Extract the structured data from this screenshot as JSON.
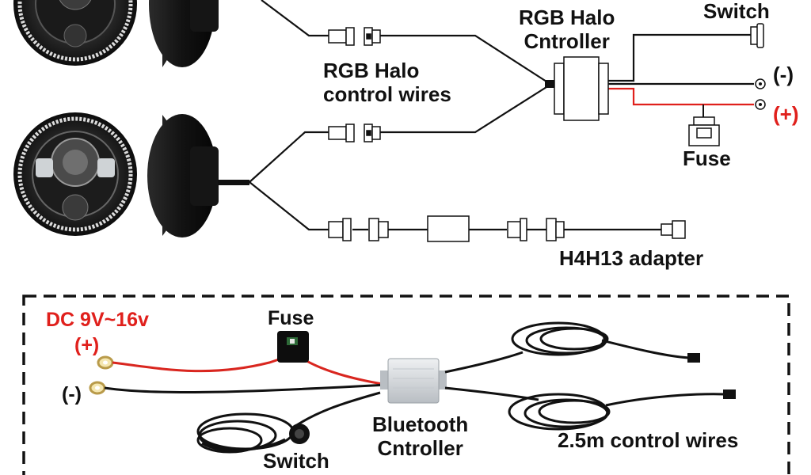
{
  "top_diagram": {
    "controller_label": [
      "RGB Halo",
      "Cntroller"
    ],
    "switch_label": "Switch",
    "negative_label": "(-)",
    "positive_label": "(+)",
    "fuse_label": "Fuse",
    "control_wires_label": [
      "RGB Halo",
      "control wires"
    ],
    "adapter_label": "H4H13 adapter"
  },
  "bottom_diagram": {
    "voltage_label": "DC 9V~16v",
    "positive_label": "(+)",
    "negative_label": "(-)",
    "fuse_label": "Fuse",
    "controller_label": [
      "Bluetooth",
      "Cntroller"
    ],
    "switch_label": "Switch",
    "control_wires_label": "2.5m control wires"
  },
  "colors": {
    "wire": "#111111",
    "positive_wire": "#e0201c",
    "positive_text": "#e0201c",
    "halo_ring": "#dcdcdc",
    "controller_body": "#d6d9dc",
    "panel_border": "#111111"
  },
  "icons": [
    "headlight-icon",
    "connector-icon",
    "fuse-holder-icon",
    "switch-icon",
    "ring-terminal-icon",
    "controller-box-icon"
  ]
}
